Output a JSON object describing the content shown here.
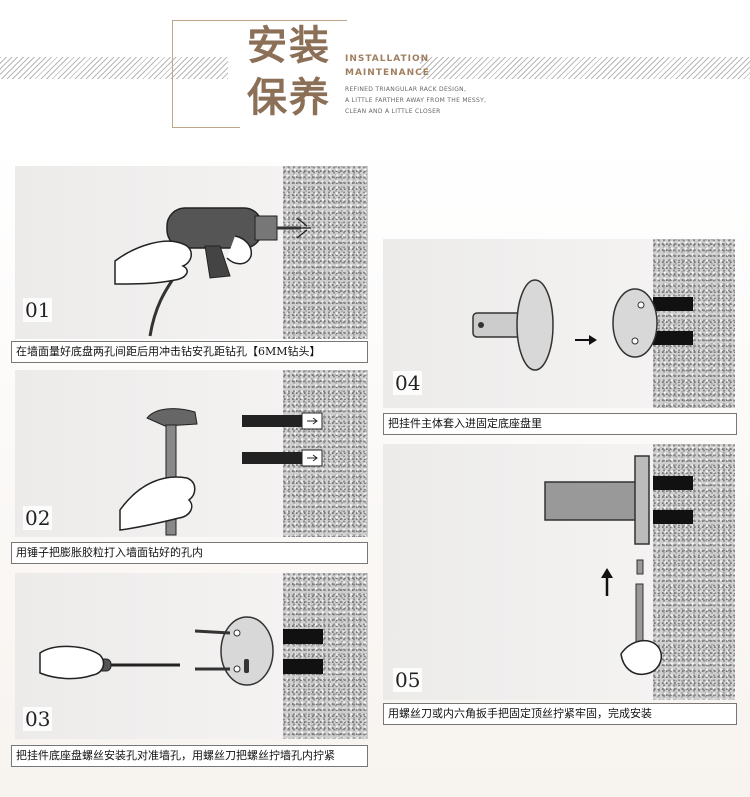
{
  "header": {
    "title_line1": "安装",
    "title_line2": "保养",
    "subtitle_line1": "INSTALLATION",
    "subtitle_line2": "MAINTENANCE",
    "desc_line1": "REFINED TRIANGULAR RACK DESIGN,",
    "desc_line2": "A LITTLE FARTHER AWAY FROM THE MESSY,",
    "desc_line3": "CLEAN AND A LITTLE CLOSER"
  },
  "steps": [
    {
      "number": "01",
      "caption": "在墙面量好底盘两孔间距后用冲击钻安孔距钻孔【6MM钻头】"
    },
    {
      "number": "02",
      "caption": "用锤子把膨胀胶粒打入墙面钻好的孔内"
    },
    {
      "number": "03",
      "caption": "把挂件底座盘螺丝安装孔对准墙孔，用螺丝刀把螺丝拧墙孔内拧紧"
    },
    {
      "number": "04",
      "caption": "把挂件主体套入进固定底座盘里"
    },
    {
      "number": "05",
      "caption": "用螺丝刀或内六角扳手把固定顶丝拧紧牢固，完成安装"
    }
  ],
  "colors": {
    "accent": "#8b6f57",
    "frame": "#bfa58a"
  }
}
